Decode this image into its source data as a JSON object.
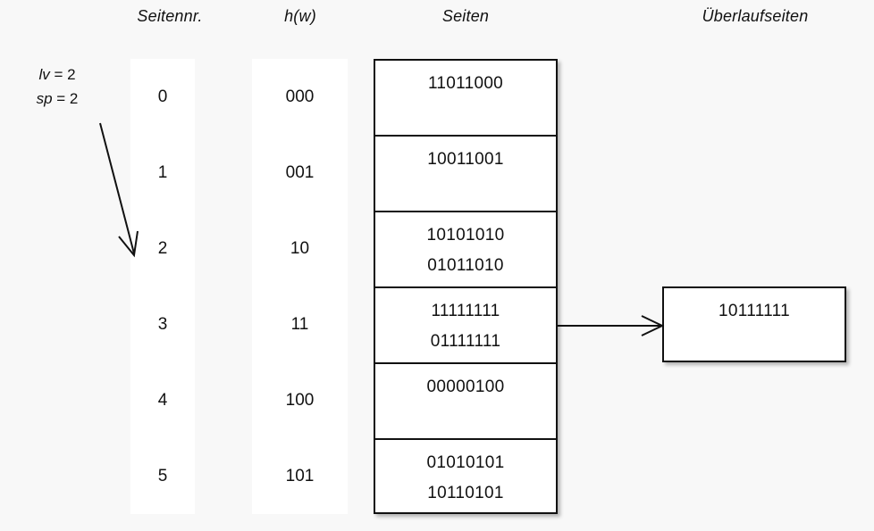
{
  "headers": {
    "seitennr": "Seitennr.",
    "hw": "h(w)",
    "seiten": "Seiten",
    "ueberlaufseiten": "Überlaufseiten"
  },
  "params": {
    "lv_name": "lv",
    "lv_eq": " = 2",
    "sp_name": "sp",
    "sp_eq": " = 2"
  },
  "colors": {
    "background": "#f8f8f8",
    "cell_background": "#ffffff",
    "border": "#111111",
    "text": "#111111"
  },
  "rows": [
    {
      "seitennr": "0",
      "hw": "000",
      "entries": [
        "11011000"
      ]
    },
    {
      "seitennr": "1",
      "hw": "001",
      "entries": [
        "10011001"
      ]
    },
    {
      "seitennr": "2",
      "hw": "10",
      "entries": [
        "10101010",
        "01011010"
      ]
    },
    {
      "seitennr": "3",
      "hw": "11",
      "entries": [
        "11111111",
        "01111111"
      ]
    },
    {
      "seitennr": "4",
      "hw": "100",
      "entries": [
        "00000100"
      ]
    },
    {
      "seitennr": "5",
      "hw": "101",
      "entries": [
        "01010101",
        "10110101"
      ]
    }
  ],
  "overflow_pages": [
    {
      "entries": [
        "10111111"
      ],
      "from_row": 3
    }
  ],
  "annotations": {
    "sp_pointer_target_row": "2"
  }
}
